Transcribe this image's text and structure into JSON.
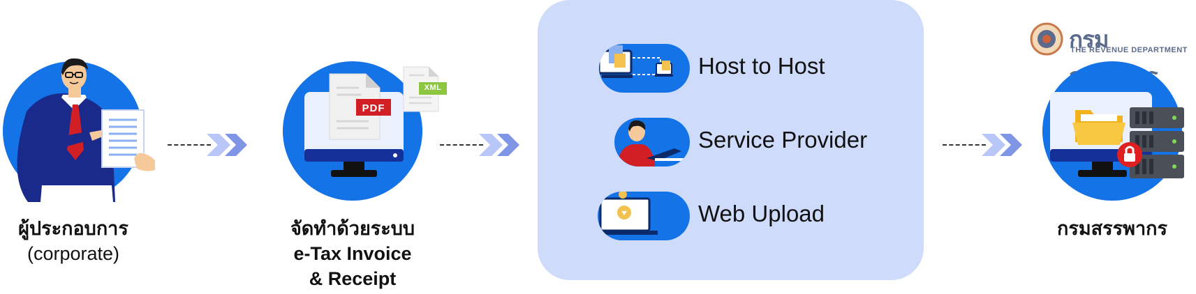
{
  "steps": [
    {
      "label_line1": "ผู้ประกอบการ",
      "label_line2": "(corporate)"
    },
    {
      "label_line1": "จัดทำด้วยระบบ",
      "label_line2": "e-Tax Invoice",
      "label_line3": "& Receipt"
    }
  ],
  "documents": {
    "pdf": "PDF",
    "xml": "XML"
  },
  "channels": [
    {
      "label": "Host to Host",
      "icon": "host-to-host-icon"
    },
    {
      "label": "Service Provider",
      "icon": "service-provider-icon"
    },
    {
      "label": "Web Upload",
      "icon": "web-upload-icon"
    }
  ],
  "destination": {
    "label": "กรมสรรพากร",
    "logo_thai": "กรมสรรพากร",
    "logo_en": "THE REVENUE DEPARTMENT"
  },
  "colors": {
    "primary_blue": "#1473e6",
    "panel_bg": "#cfdbfb",
    "arrow_light": "#b8c7f7",
    "arrow_dark": "#7f95e6",
    "pdf_red": "#d21f26",
    "xml_green": "#8cc63f",
    "lock_red": "#e02020"
  }
}
